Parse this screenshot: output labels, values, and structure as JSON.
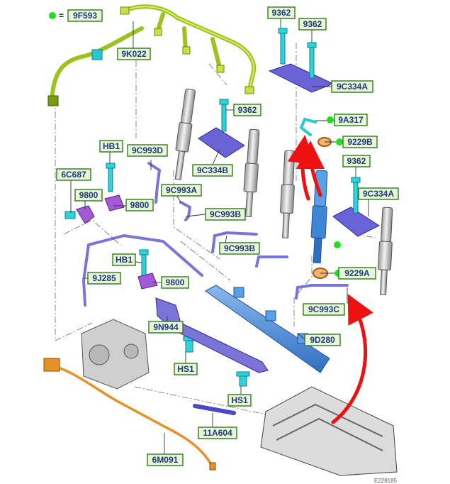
{
  "legend": {
    "symbol_text": "=",
    "part": "9F593",
    "dot_color": "#22dd22"
  },
  "labels": {
    "l9362a": "9362",
    "l9362b": "9362",
    "l9C334A_top": "9C334A",
    "l9K022": "9K022",
    "l9362c": "9362",
    "lHB1a": "HB1",
    "l9C993D": "9C993D",
    "l9C334B": "9C334B",
    "l9A317": "9A317",
    "l9229B": "9229B",
    "l9362d": "9362",
    "l6C687": "6C687",
    "l9800a": "9800",
    "l9800b": "9800",
    "l9C993A": "9C993A",
    "l9C334A_right": "9C334A",
    "l9C993B_a": "9C993B",
    "l9C993B_b": "9C993B",
    "lHB1b": "HB1",
    "l9J285": "9J285",
    "l9800c": "9800",
    "l9229A": "9229A",
    "l9C993C": "9C993C",
    "l9N944": "9N944",
    "l9D280": "9D280",
    "lHS1a": "HS1",
    "lHS1b": "HS1",
    "l11A604": "11A604",
    "l6M091": "6M091"
  },
  "footer_ref": "E228185"
}
